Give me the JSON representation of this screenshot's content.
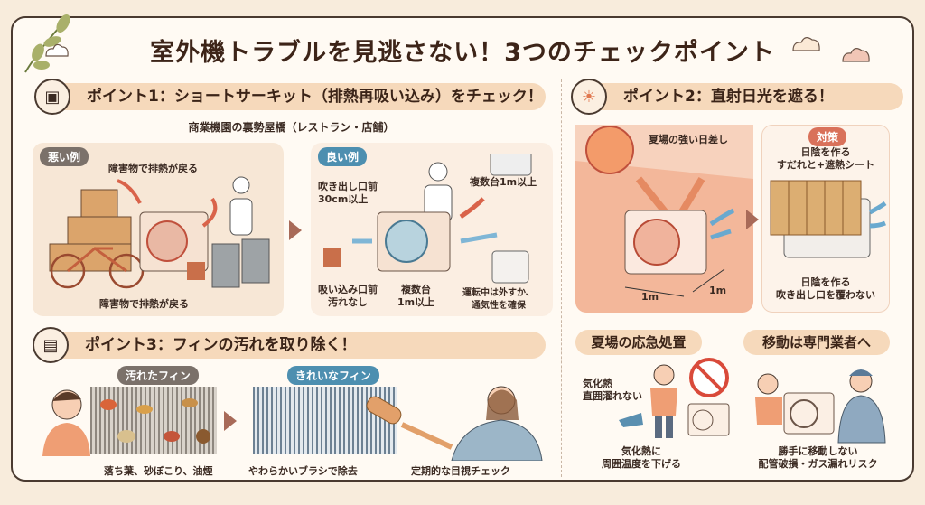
{
  "title": "室外機トラブルを見逃さない！3つのチェックポイント",
  "point1": {
    "header": "ポイント1：ショートサーキット（排熱再吸い込み）をチェック！",
    "subtitle": "商業機園の裏勢屋橋（レストラン・店舗）",
    "bad": {
      "tag": "悪い例",
      "label_top": "障害物で排熱が戻る",
      "label_bottom": "障害物で排熱が戻る"
    },
    "good": {
      "tag": "良い例",
      "front_clearance": "吹き出し口前\n30cm以上",
      "multi_units_top": "複数台1m以上",
      "intake": "吸い込み口前\n汚れなし",
      "multi_units_bottom": "複数台\n1m以上",
      "cover": "運転中は外すか、\n通気性を確保"
    }
  },
  "point2": {
    "header": "ポイント2：直射日光を遮る！",
    "sun_label": "夏場の強い日差し",
    "dim_width": "1m",
    "dim_depth": "1m",
    "measure_tag": "対策",
    "measure_top": "日陰を作る\nすだれと+遮熱シート",
    "measure_bottom": "日陰を作る\n吹き出し口を覆わない"
  },
  "point3": {
    "header": "ポイント3：フィンの汚れを取り除く！",
    "dirty_tag": "汚れたフィン",
    "clean_tag": "きれいなフィン",
    "dirty_caption": "落ち葉、砂ぼこり、油煙",
    "clean_caption1": "やわらかいブラシで除去",
    "clean_caption2": "定期的な目視チェック"
  },
  "emergency": {
    "header": "夏場の応急処置",
    "note": "気化熱\n直囲濯れない",
    "caption": "気化熱に\n周囲温度を下げる"
  },
  "moving": {
    "header": "移動は専門業者へ",
    "caption": "勝手に移動しない\n配管破損・ガス漏れリスク"
  },
  "colors": {
    "bg": "#f8ecdc",
    "pill": "#f6d9bb",
    "bad_tag": "#7b716a",
    "good_tag": "#4d8fb0",
    "measure_tag": "#d9715a",
    "sun_panel": "#f3b79a"
  }
}
